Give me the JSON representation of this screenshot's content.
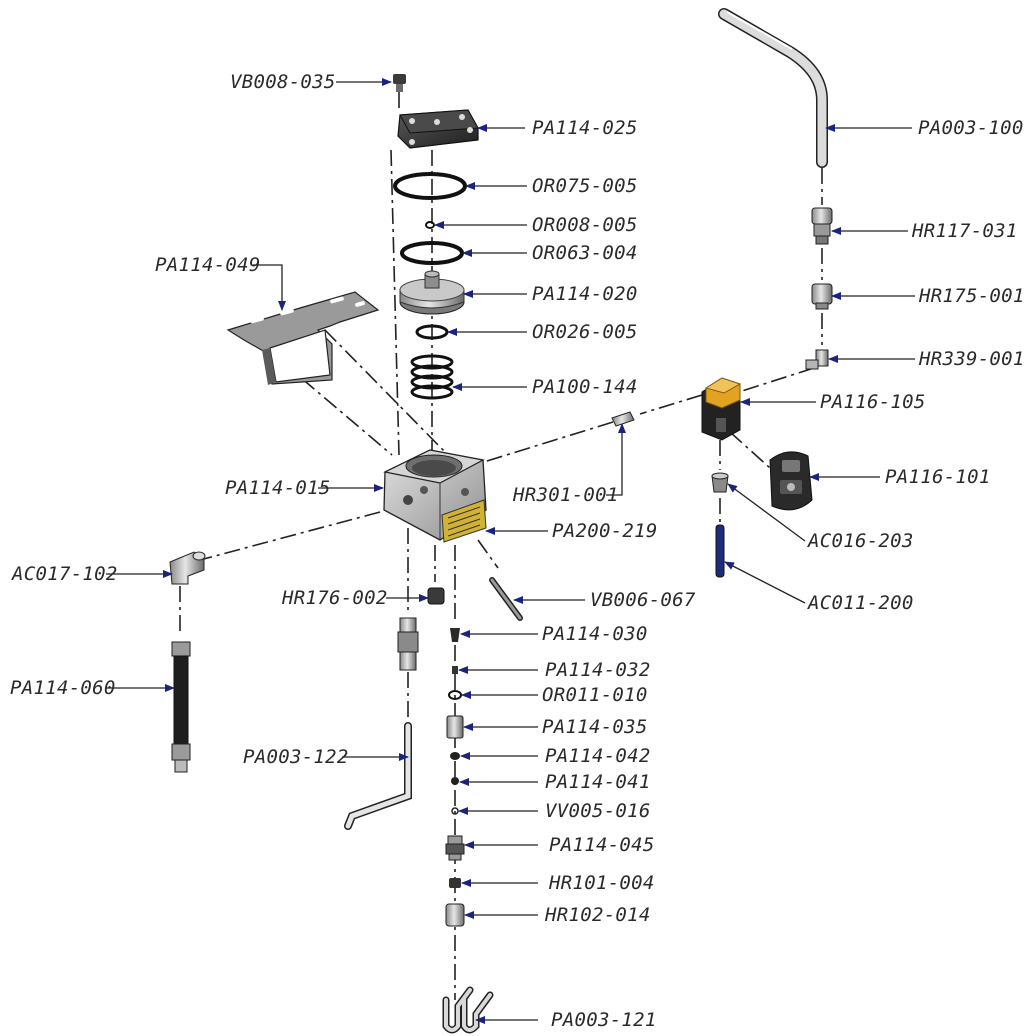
{
  "colors": {
    "line": "#222222",
    "arrow": "#1a237e",
    "part_dark": "#2b2b2b",
    "part_mid": "#6d6d6d",
    "part_light": "#bdbdbd",
    "part_pale": "#dcdcdc",
    "coil_yellow": "#e3a322",
    "plate_gold": "#c9a227"
  },
  "labels": {
    "VB008_035": "VB008-035",
    "PA114_025": "PA114-025",
    "PA003_100": "PA003-100",
    "OR075_005": "OR075-005",
    "OR008_005": "OR008-005",
    "HR117_031": "HR117-031",
    "PA114_049": "PA114-049",
    "OR063_004": "OR063-004",
    "PA114_020": "PA114-020",
    "HR175_001": "HR175-001",
    "OR026_005": "OR026-005",
    "HR339_001": "HR339-001",
    "PA100_144": "PA100-144",
    "PA116_105": "PA116-105",
    "PA116_101": "PA116-101",
    "PA114_015": "PA114-015",
    "HR301_001": "HR301-001",
    "PA200_219": "PA200-219",
    "AC016_203": "AC016-203",
    "AC017_102": "AC017-102",
    "HR176_002": "HR176-002",
    "VB006_067": "VB006-067",
    "AC011_200": "AC011-200",
    "PA114_030": "PA114-030",
    "PA114_032": "PA114-032",
    "PA114_060": "PA114-060",
    "OR011_010": "OR011-010",
    "PA114_035": "PA114-035",
    "PA003_122": "PA003-122",
    "PA114_042": "PA114-042",
    "PA114_041": "PA114-041",
    "VV005_016": "VV005-016",
    "PA114_045": "PA114-045",
    "HR101_004": "HR101-004",
    "HR102_014": "HR102-014",
    "PA003_121": "PA003-121"
  }
}
